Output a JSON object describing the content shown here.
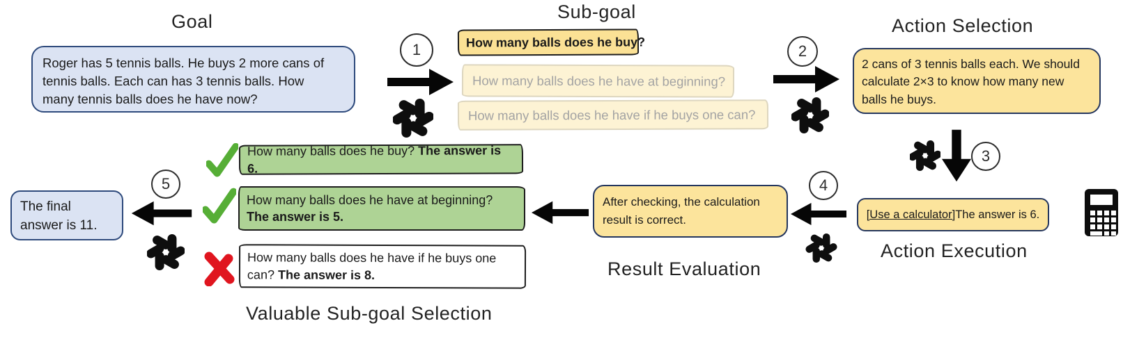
{
  "titles": {
    "goal": "Goal",
    "subgoal": "Sub-goal",
    "action_selection": "Action Selection",
    "action_execution": "Action Execution",
    "result_evaluation": "Result Evaluation",
    "valuable_subgoal_selection": "Valuable Sub-goal Selection"
  },
  "steps": [
    "1",
    "2",
    "3",
    "4",
    "5"
  ],
  "goal": {
    "text": "Roger has 5 tennis balls. He buys 2 more cans of\ntennis balls. Each can has 3 tennis balls. How\nmany tennis balls does he have now?"
  },
  "subgoal": {
    "selected": "How many balls does he buy?",
    "candidates": [
      "How many balls does he have at beginning?",
      "How many balls does he have if he buys one can?"
    ]
  },
  "action_selection": {
    "text": "2 cans of 3 tennis balls each. We should\ncalculate 2×3 to know how many new\nballs he buys."
  },
  "action_execution": {
    "action": "[Use a calculator]",
    "result": " The answer is 6."
  },
  "result_evaluation": {
    "text": "After checking, the calculation\nresult is correct."
  },
  "selection": {
    "items": [
      {
        "status": "accepted",
        "question": "How many balls does he buy? ",
        "answer": "The answer is 6."
      },
      {
        "status": "accepted",
        "question": "How many balls does he have at beginning? ",
        "answer": "The answer is 5."
      },
      {
        "status": "rejected",
        "question": "How many balls does he have if he buys one can? ",
        "answer": "The answer is 8."
      }
    ]
  },
  "final": {
    "text": "The final\nanswer is 11."
  },
  "icons": {
    "llm": "openai-gpt-logo",
    "calculator": "calculator-icon",
    "accepted": "green-check-icon",
    "rejected": "red-cross-icon"
  },
  "colors": {
    "goal_fill": "#dbe3f3",
    "goal_border": "#2e4a7c",
    "yellow_fill": "#fce49c",
    "yellow_border": "#24365e",
    "faded_fill": "#fdf3d4",
    "faded_text": "#a3a3a3",
    "green_fill": "#aed395",
    "check_green": "#56ae36",
    "cross_red": "#e0151f"
  }
}
